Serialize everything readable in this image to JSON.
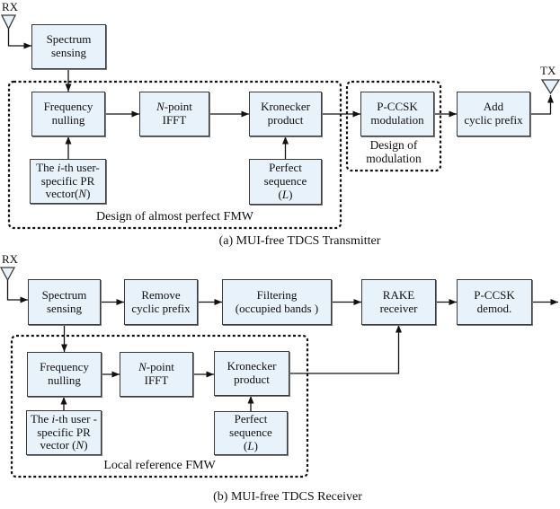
{
  "colors": {
    "box_fill": "#e8f2fb",
    "box_border": "#3a3a3a",
    "line": "#111111"
  },
  "transmitter": {
    "rx_antenna_label": "RX",
    "tx_antenna_label": "TX",
    "caption": "(a) MUI-free TDCS Transmitter",
    "boxes": {
      "spectrum_sensing": {
        "lines": [
          [
            {
              "t": "Spectrum"
            }
          ],
          [
            {
              "t": "sensing"
            }
          ]
        ]
      },
      "frequency_nulling": {
        "lines": [
          [
            {
              "t": "Frequency"
            }
          ],
          [
            {
              "t": "nulling"
            }
          ]
        ]
      },
      "n_point_ifft": {
        "lines": [
          [
            {
              "t": "N",
              "i": true
            },
            {
              "t": "-point"
            }
          ],
          [
            {
              "t": "IFFT"
            }
          ]
        ]
      },
      "kronecker_product": {
        "lines": [
          [
            {
              "t": "Kronecker"
            }
          ],
          [
            {
              "t": "product"
            }
          ]
        ]
      },
      "pr_vector": {
        "lines": [
          [
            {
              "t": "The "
            },
            {
              "t": "i",
              "i": true
            },
            {
              "t": "-th user-"
            }
          ],
          [
            {
              "t": "specific PR"
            }
          ],
          [
            {
              "t": "vector("
            },
            {
              "t": "N",
              "i": true
            },
            {
              "t": ")"
            }
          ]
        ]
      },
      "perfect_sequence": {
        "lines": [
          [
            {
              "t": "Perfect"
            }
          ],
          [
            {
              "t": "sequence"
            }
          ],
          [
            {
              "t": "("
            },
            {
              "t": "L",
              "i": true
            },
            {
              "t": ")"
            }
          ]
        ]
      },
      "pccsk_modulation": {
        "lines": [
          [
            {
              "t": "P-CCSK"
            }
          ],
          [
            {
              "t": "modulation"
            }
          ]
        ]
      },
      "add_cyclic_prefix": {
        "lines": [
          [
            {
              "t": "Add"
            }
          ],
          [
            {
              "t": "cyclic prefix"
            }
          ]
        ]
      }
    },
    "groups": {
      "apfmw_label": "Design of almost perfect FMW",
      "modulation": {
        "lines": [
          [
            {
              "t": "Design of"
            }
          ],
          [
            {
              "t": "modulation"
            }
          ]
        ]
      }
    }
  },
  "receiver": {
    "rx_antenna_label": "RX",
    "caption": "(b) MUI-free TDCS Receiver",
    "boxes": {
      "spectrum_sensing": {
        "lines": [
          [
            {
              "t": "Spectrum"
            }
          ],
          [
            {
              "t": "sensing"
            }
          ]
        ]
      },
      "remove_cyclic_prefix": {
        "lines": [
          [
            {
              "t": "Remove"
            }
          ],
          [
            {
              "t": "cyclic prefix"
            }
          ]
        ]
      },
      "filtering": {
        "lines": [
          [
            {
              "t": "Filtering"
            }
          ],
          [
            {
              "t": "(occupied bands )"
            }
          ]
        ]
      },
      "rake_receiver": {
        "lines": [
          [
            {
              "t": "RAKE"
            }
          ],
          [
            {
              "t": "receiver"
            }
          ]
        ]
      },
      "pccsk_demod": {
        "lines": [
          [
            {
              "t": "P-CCSK"
            }
          ],
          [
            {
              "t": "demod."
            }
          ]
        ]
      },
      "frequency_nulling": {
        "lines": [
          [
            {
              "t": "Frequency"
            }
          ],
          [
            {
              "t": "nulling"
            }
          ]
        ]
      },
      "n_point_ifft": {
        "lines": [
          [
            {
              "t": "N",
              "i": true
            },
            {
              "t": "-point"
            }
          ],
          [
            {
              "t": "IFFT"
            }
          ]
        ]
      },
      "kronecker_product": {
        "lines": [
          [
            {
              "t": "Kronecker"
            }
          ],
          [
            {
              "t": "product"
            }
          ]
        ]
      },
      "pr_vector": {
        "lines": [
          [
            {
              "t": "The "
            },
            {
              "t": "i",
              "i": true
            },
            {
              "t": "-th user -"
            }
          ],
          [
            {
              "t": "specific PR"
            }
          ],
          [
            {
              "t": "vector ("
            },
            {
              "t": "N",
              "i": true
            },
            {
              "t": ")"
            }
          ]
        ]
      },
      "perfect_sequence": {
        "lines": [
          [
            {
              "t": "Perfect"
            }
          ],
          [
            {
              "t": "sequence"
            }
          ],
          [
            {
              "t": "("
            },
            {
              "t": "L",
              "i": true
            },
            {
              "t": ")"
            }
          ]
        ]
      }
    },
    "groups": {
      "local_reference_label": "Local reference FMW"
    }
  }
}
